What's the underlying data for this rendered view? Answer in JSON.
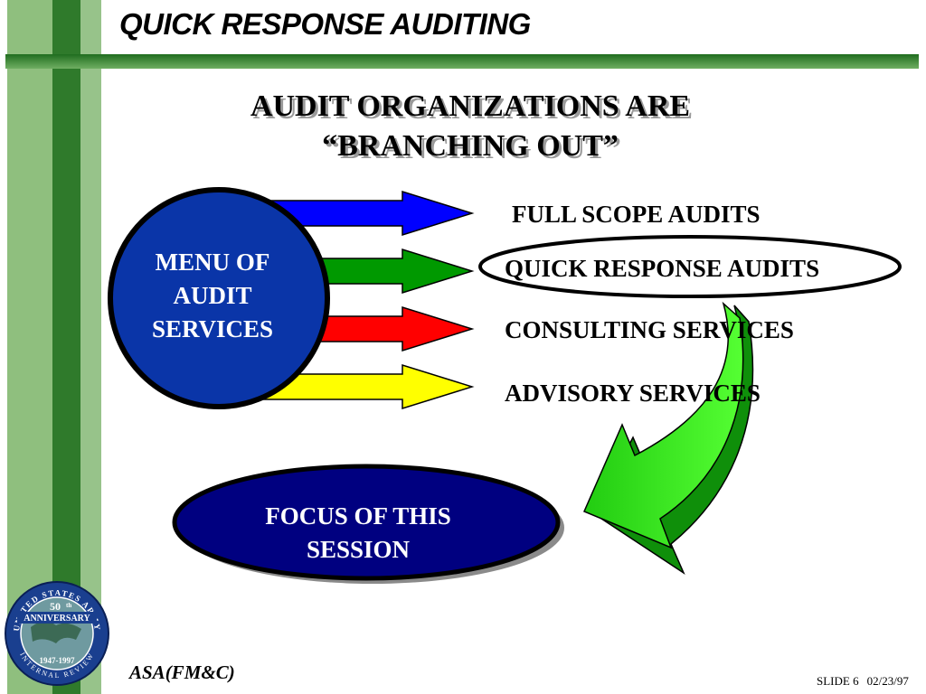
{
  "slide": {
    "title": "QUICK RESPONSE AUDITING",
    "headline": [
      "AUDIT ORGANIZATIONS ARE",
      "“BRANCHING OUT”"
    ]
  },
  "menu": {
    "label_lines": [
      "MENU OF",
      "AUDIT",
      "SERVICES"
    ]
  },
  "services": [
    {
      "label": "FULL SCOPE AUDITS",
      "arrow_color": "#0000ff"
    },
    {
      "label": "QUICK RESPONSE AUDITS",
      "arrow_color": "#009900"
    },
    {
      "label": "CONSULTING SERVICES",
      "arrow_color": "#ff0000"
    },
    {
      "label": "ADVISORY SERVICES",
      "arrow_color": "#ffff00"
    }
  ],
  "focus": {
    "label_lines": [
      "FOCUS OF THIS",
      "SESSION"
    ]
  },
  "seal": {
    "top_text": "UNITED STATES ARMY",
    "bottom_text": "INTERNAL REVIEW",
    "number": "50",
    "suffix": "th",
    "banner": "ANNIVERSARY",
    "years": "1947-1997"
  },
  "footer": {
    "org": "ASA(FM&C)",
    "slide_number": "SLIDE 6",
    "date": "02/23/97"
  },
  "colors": {
    "dark_navy": "#000080",
    "circle_blue": "#0a35a8",
    "callout_green": "#33ee22"
  }
}
